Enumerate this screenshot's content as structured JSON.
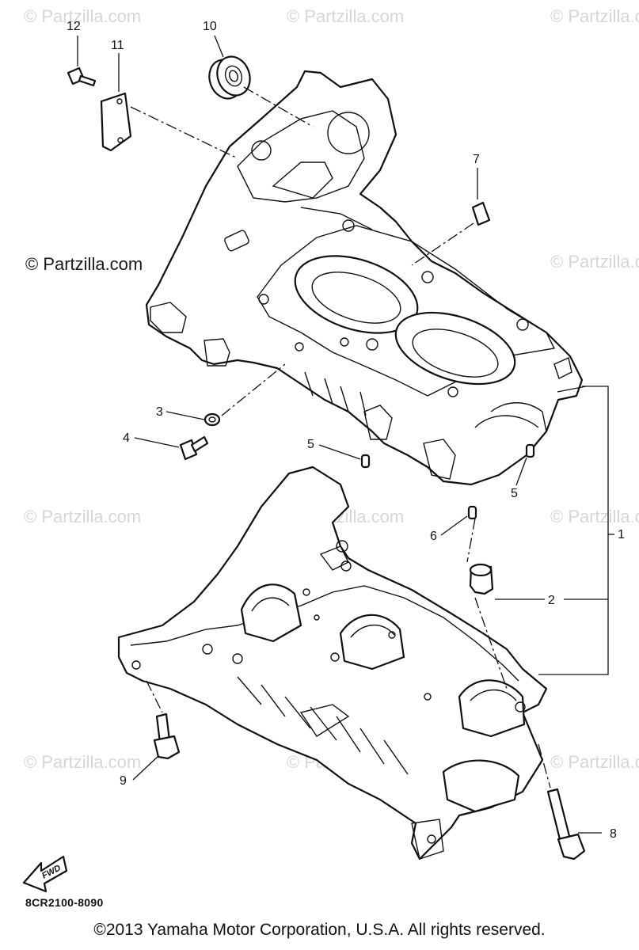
{
  "watermarks": {
    "text": "© Partzilla.com",
    "visible_text": "© Partzilla.com"
  },
  "callouts": [
    "1",
    "2",
    "3",
    "4",
    "5",
    "5",
    "6",
    "7",
    "8",
    "9",
    "10",
    "11",
    "12"
  ],
  "fwd_label": "FWD",
  "diagram_code": "8CR2100-8090",
  "copyright": "©2013  Yamaha Motor Corporation, U.S.A. All rights reserved.",
  "colors": {
    "line": "#111111",
    "watermark": "#d6d6d6",
    "background": "#ffffff"
  }
}
